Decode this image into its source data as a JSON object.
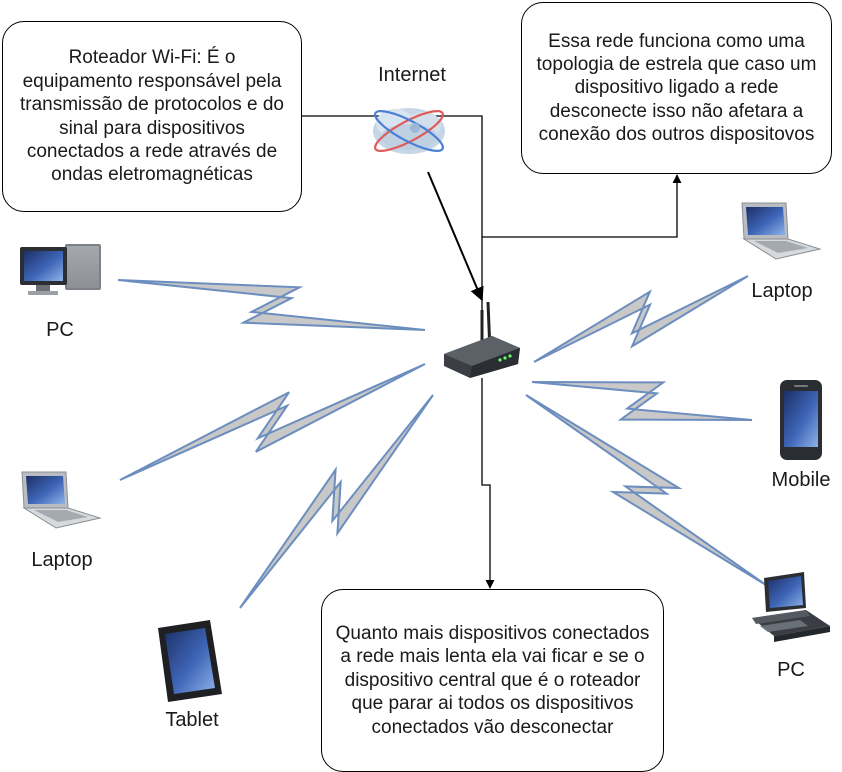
{
  "notes": {
    "router": "Roteador Wi-Fi: É o equipamento responsável pela transmissão de protocolos e do sinal para dispositivos conectados a rede através de ondas eletromagnéticas",
    "topology": "Essa rede funciona como uma topologia de estrela que caso um dispositivo ligado a rede desconecte isso não afetara a conexão dos outros dispositovos",
    "speed": "Quanto mais dispositivos conectados a rede mais lenta ela vai ficar e se o dispositivo central que é o roteador que parar ai todos os dispositivos conectados vão desconectar"
  },
  "nodes": {
    "internet": "Internet",
    "pc_left": "PC",
    "laptop_left": "Laptop",
    "tablet": "Tablet",
    "laptop_right": "Laptop",
    "mobile": "Mobile",
    "pc_right": "PC"
  },
  "colors": {
    "bolt_fill": "#c8c8c8",
    "bolt_stroke": "#6c8ebf",
    "screen": "#2e4a8a",
    "device_body": "#9aa0a6",
    "box_border": "#000000"
  },
  "icons": [
    "cloud-icon",
    "router-icon",
    "desktop-pc-icon",
    "laptop-icon",
    "tablet-icon",
    "mobile-icon"
  ]
}
